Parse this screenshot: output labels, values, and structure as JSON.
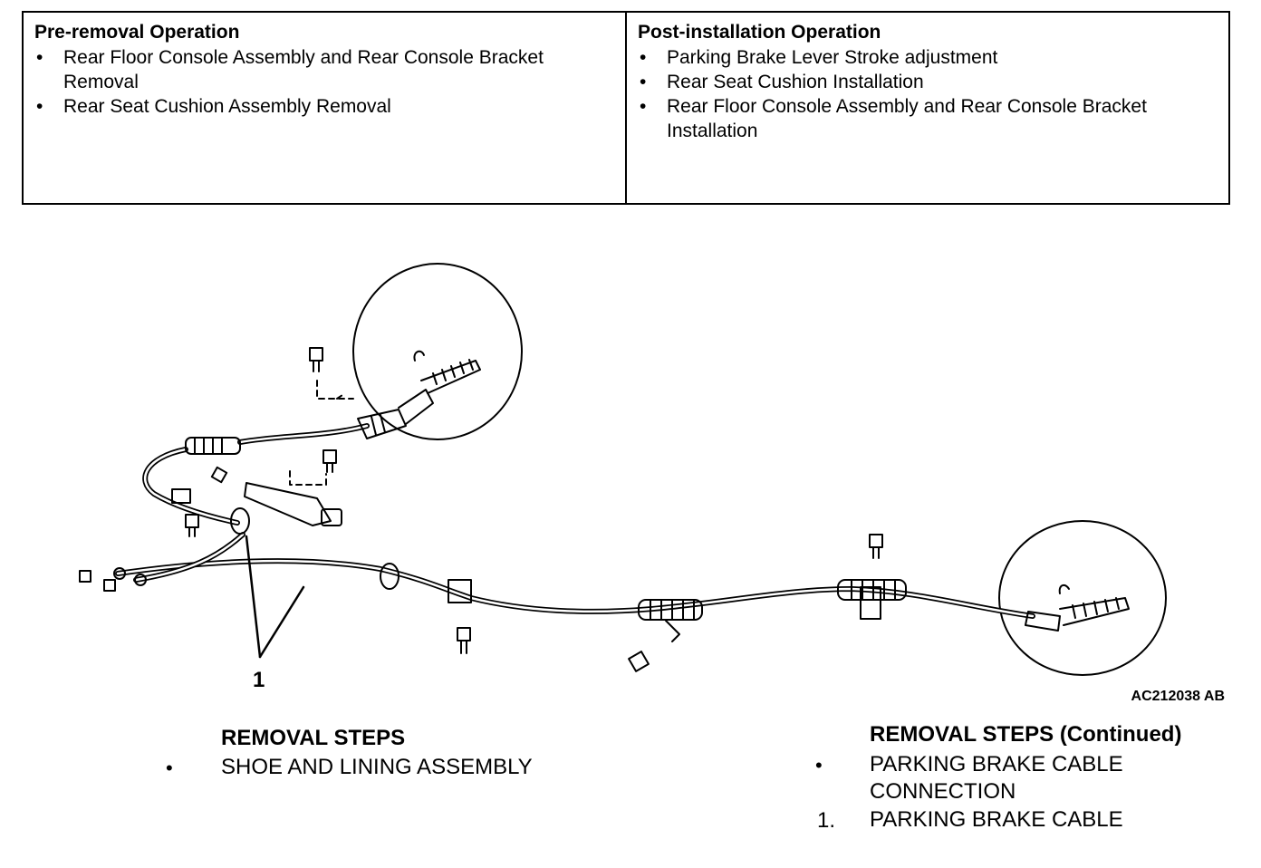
{
  "pre_removal": {
    "title": "Pre-removal Operation",
    "items": [
      "Rear Floor Console Assembly and Rear Console Bracket Removal",
      "Rear Seat Cushion Assembly Removal"
    ]
  },
  "post_installation": {
    "title": "Post-installation Operation",
    "items": [
      "Parking Brake Lever Stroke adjustment",
      "Rear Seat Cushion Installation",
      "Rear Floor Console Assembly and Rear Console Bracket Installation"
    ]
  },
  "figure": {
    "code": "AC212038 AB",
    "callout": "1",
    "bullet": "•"
  },
  "removal_steps": {
    "heading": "REMOVAL STEPS",
    "steps": [
      {
        "mark": "•",
        "text": "SHOE AND LINING ASSEMBLY"
      }
    ]
  },
  "removal_steps_continued": {
    "heading": "REMOVAL STEPS (Continued)",
    "steps": [
      {
        "mark": "•",
        "text_line1": "PARKING BRAKE CABLE",
        "text_line2": "CONNECTION"
      },
      {
        "mark": "1.",
        "text": "PARKING BRAKE CABLE"
      }
    ]
  }
}
